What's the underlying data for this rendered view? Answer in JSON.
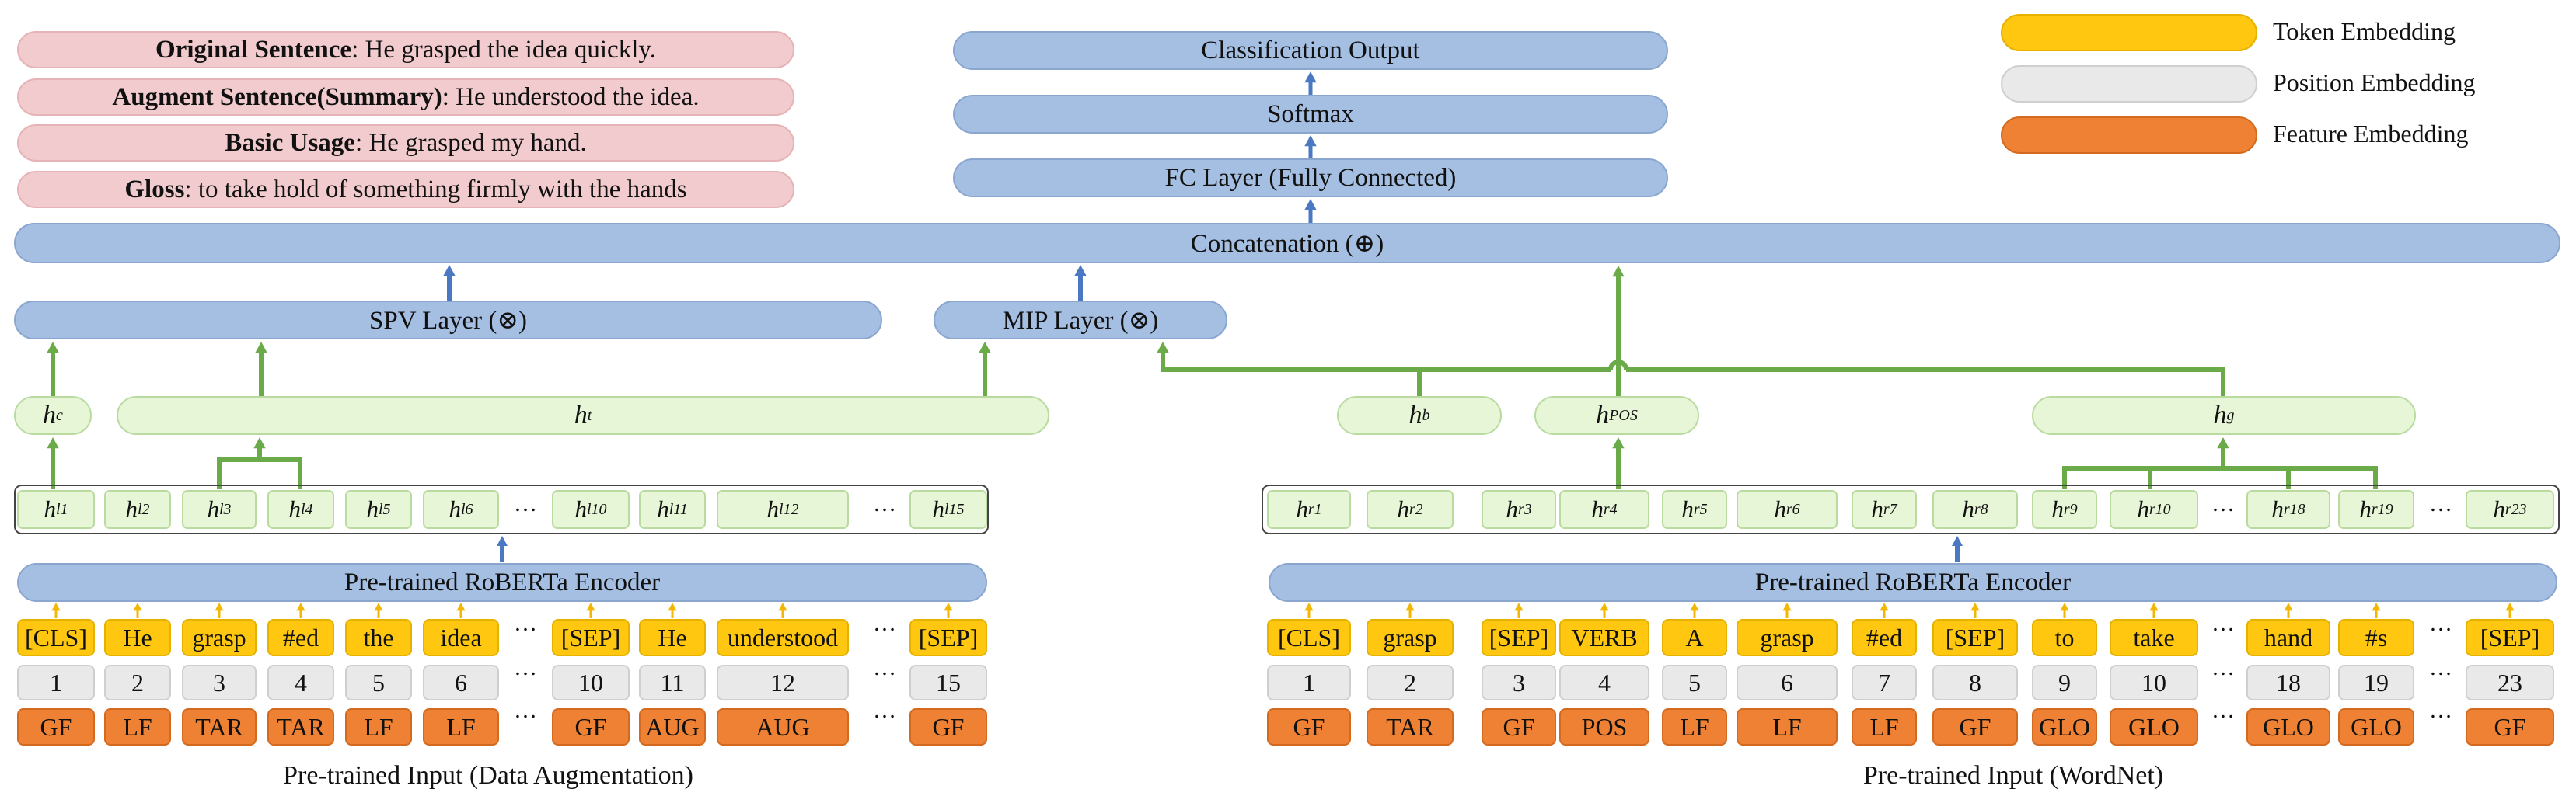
{
  "sentences": [
    {
      "label": "Original Sentence",
      "text": ": He grasped the idea quickly."
    },
    {
      "label": "Augment Sentence(Summary)",
      "text": ": He understood the idea."
    },
    {
      "label": "Basic Usage",
      "text": ": He grasped my hand."
    },
    {
      "label": "Gloss",
      "text": ": to take hold of something firmly with the hands"
    }
  ],
  "stack": {
    "classification": "Classification Output",
    "softmax": "Softmax",
    "fc": "FC Layer (Fully Connected)",
    "concat": "Concatenation (⊕)",
    "spv": "SPV Layer (⊗)",
    "mip": "MIP Layer (⊗)"
  },
  "legend": [
    {
      "label": "Token Embedding",
      "color": "#ffc70f"
    },
    {
      "label": "Position Embedding",
      "color": "#e9e9e9"
    },
    {
      "label": "Feature Embedding",
      "color": "#ee8133"
    }
  ],
  "hidden": {
    "hc": {
      "base": "h",
      "sub": "c"
    },
    "ht": {
      "base": "h",
      "sub": "t"
    },
    "hb": {
      "base": "h",
      "sub": "b"
    },
    "hpos": {
      "base": "h",
      "sub": "POS"
    },
    "hg": {
      "base": "h",
      "sub": "g"
    }
  },
  "left": {
    "encoder": "Pre-trained RoBERTa Encoder",
    "caption": "Pre-trained Input (Data Augmentation)",
    "hcells": [
      "l1",
      "l2",
      "l3",
      "l4",
      "l5",
      "l6",
      "…",
      "l10",
      "l11",
      "l12",
      "…",
      "l15"
    ],
    "tokens": [
      "[CLS]",
      "He",
      "grasp",
      "#ed",
      "the",
      "idea",
      "…",
      "[SEP]",
      "He",
      "understood",
      "…",
      "[SEP]"
    ],
    "positions": [
      "1",
      "2",
      "3",
      "4",
      "5",
      "6",
      "…",
      "10",
      "11",
      "12",
      "…",
      "15"
    ],
    "features": [
      "GF",
      "LF",
      "TAR",
      "TAR",
      "LF",
      "LF",
      "…",
      "GF",
      "AUG",
      "AUG",
      "…",
      "GF"
    ]
  },
  "right": {
    "encoder": "Pre-trained RoBERTa Encoder",
    "caption": "Pre-trained Input (WordNet)",
    "hcells": [
      "r1",
      "r2",
      "r3",
      "r4",
      "r5",
      "r6",
      "r7",
      "r8",
      "r9",
      "r10",
      "…",
      "r18",
      "r19",
      "…",
      "r23"
    ],
    "tokens": [
      "[CLS]",
      "grasp",
      "[SEP]",
      "VERB",
      "A",
      "grasp",
      "#ed",
      "[SEP]",
      "to",
      "take",
      "…",
      "hand",
      "#s",
      "…",
      "[SEP]"
    ],
    "positions": [
      "1",
      "2",
      "3",
      "4",
      "5",
      "6",
      "7",
      "8",
      "9",
      "10",
      "…",
      "18",
      "19",
      "…",
      "23"
    ],
    "features": [
      "GF",
      "TAR",
      "GF",
      "POS",
      "LF",
      "LF",
      "LF",
      "GF",
      "GLO",
      "GLO",
      "…",
      "GLO",
      "GLO",
      "…",
      "GF"
    ]
  },
  "colors": {
    "blue": "#a5bfe3",
    "arrow_blue": "#4a78c2",
    "green": "#6aaa48",
    "arrow_yellow": "#f2b705",
    "pink": "#f1cbcd"
  }
}
